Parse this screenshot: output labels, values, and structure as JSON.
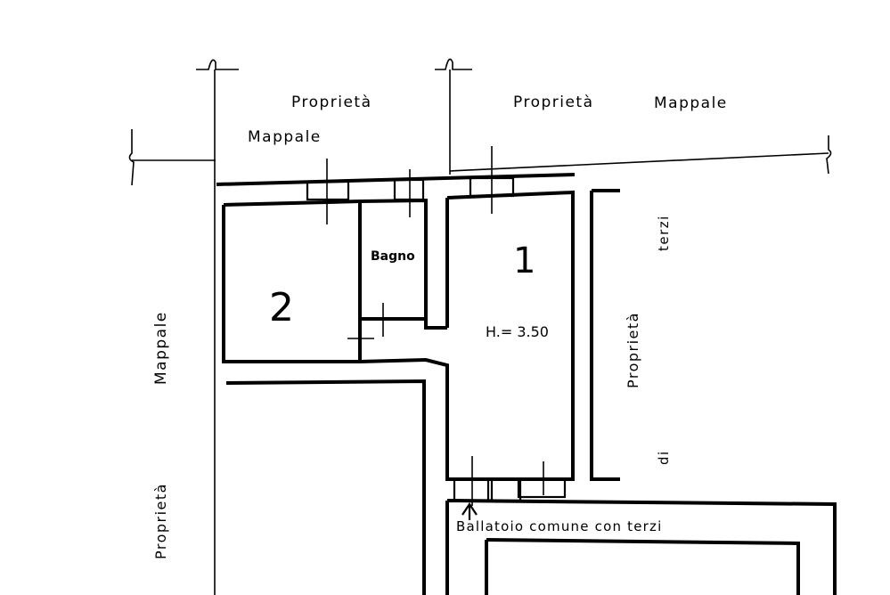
{
  "labels": {
    "top_left_proprieta": "Proprietà",
    "top_left_mappale": "Mappale",
    "top_right_proprieta": "Proprietà",
    "top_right_mappale": "Mappale",
    "left_mappale": "Mappale",
    "left_proprieta": "Proprietà",
    "right_proprieta": "Proprietà",
    "right_terzi": "terzi",
    "right_di": "di",
    "bagno": "Bagno",
    "room_1": "1",
    "room_2": "2",
    "height": "H.= 3.50",
    "ballatoio": "Ballatoio comune con terzi"
  }
}
